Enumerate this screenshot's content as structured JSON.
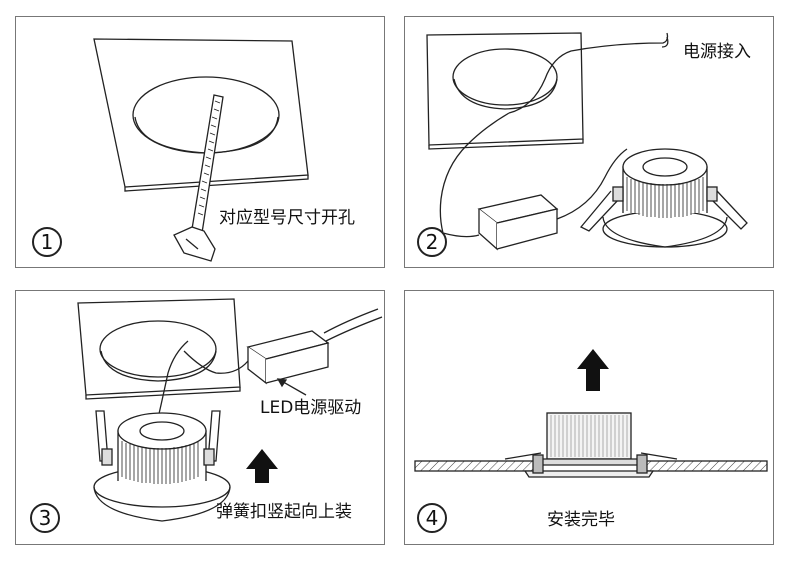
{
  "steps": [
    {
      "number": "1",
      "caption": "对应型号尺寸开孔"
    },
    {
      "number": "2",
      "caption": "电源接入"
    },
    {
      "number": "3",
      "caption": "弹簧扣竖起向上装",
      "driver_label": "LED电源驱动"
    },
    {
      "number": "4",
      "caption": "安装完毕"
    }
  ]
}
